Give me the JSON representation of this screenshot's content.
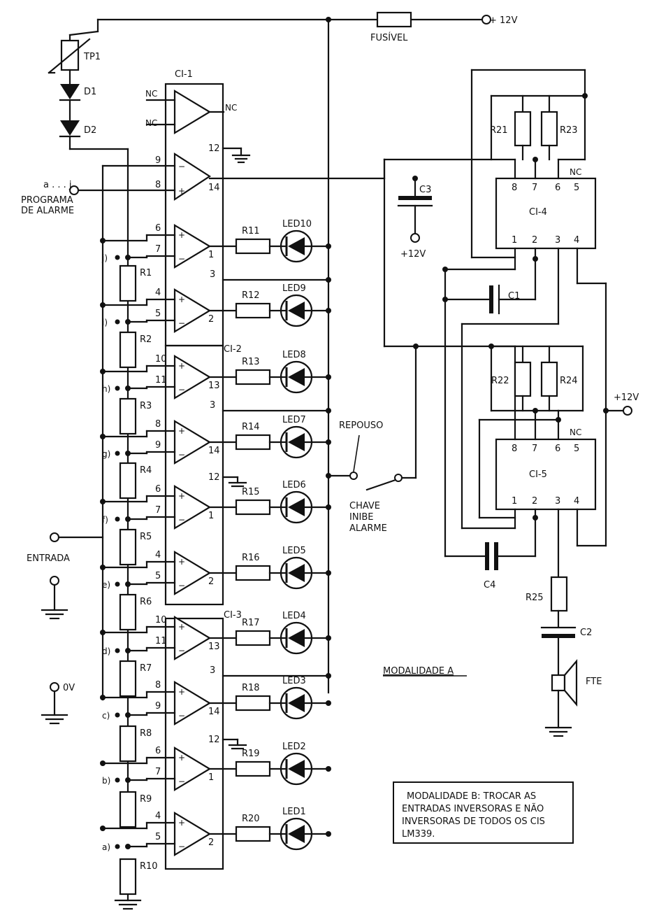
{
  "supply": {
    "plus12_top": "+ 12V",
    "fuse": "FUSÍVEL",
    "plus12_c3": "+12V",
    "plus12_right": "+12V"
  },
  "thermistor": {
    "tp1": "TP1",
    "d1": "D1",
    "d2": "D2"
  },
  "ics": {
    "ci1": "CI-1",
    "ci2": "CI-2",
    "ci3": "CI-3",
    "ci4": "CI-4",
    "ci5": "CI-5"
  },
  "nc": "NC",
  "alarm_input": {
    "letters": "a . . . j",
    "line1": "PROGRAMA",
    "line2": "DE ALARME"
  },
  "entrada": "ENTRADA",
  "zero_v": "0V",
  "taps": [
    "j)",
    "i)",
    "h)",
    "g)",
    "f)",
    "e)",
    "d)",
    "c)",
    "b)",
    "a)"
  ],
  "resistors_ladder": [
    "R1",
    "R2",
    "R3",
    "R4",
    "R5",
    "R6",
    "R7",
    "R8",
    "R9",
    "R10"
  ],
  "resistors_led": [
    "R11",
    "R12",
    "R13",
    "R14",
    "R15",
    "R16",
    "R17",
    "R18",
    "R19",
    "R20"
  ],
  "leds": [
    "LED10",
    "LED9",
    "LED8",
    "LED7",
    "LED6",
    "LED5",
    "LED4",
    "LED3",
    "LED2",
    "LED1"
  ],
  "comparator_pins": [
    {
      "top": "9",
      "bot": "8",
      "out": "14"
    },
    {
      "top": "6",
      "bot": "7",
      "out": "1"
    },
    {
      "top": "4",
      "bot": "5",
      "out": "2"
    },
    {
      "top": "10",
      "bot": "11",
      "out": "13"
    },
    {
      "top": "8",
      "bot": "9",
      "out": "14"
    },
    {
      "top": "6",
      "bot": "7",
      "out": "1"
    },
    {
      "top": "4",
      "bot": "5",
      "out": "2"
    },
    {
      "top": "10",
      "bot": "11",
      "out": "13"
    },
    {
      "top": "8",
      "bot": "9",
      "out": "14"
    },
    {
      "top": "6",
      "bot": "7",
      "out": "1"
    },
    {
      "top": "4",
      "bot": "5",
      "out": "2"
    }
  ],
  "supply_pins": {
    "three": "3",
    "twelve": "12"
  },
  "switch": {
    "repouso": "REPOUSO",
    "line1": "CHAVE",
    "line2": "INIBE",
    "line3": "ALARME"
  },
  "capacitors": {
    "c1": "C1",
    "c2": "C2",
    "c3": "C3",
    "c4": "C4"
  },
  "timer_resistors": {
    "r21": "R21",
    "r22": "R22",
    "r23": "R23",
    "r24": "R24",
    "r25": "R25"
  },
  "timer_pins_top": [
    "8",
    "7",
    "6",
    "5"
  ],
  "timer_pins_bottom": [
    "1",
    "2",
    "3",
    "4"
  ],
  "speaker": "FTE",
  "modalidade_a": "MODALIDADE A",
  "modalidade_b": [
    "MODALIDADE B: TROCAR AS",
    "ENTRADAS INVERSORAS E NÃO",
    "INVERSORAS DE TODOS OS CIS",
    "LM339."
  ]
}
